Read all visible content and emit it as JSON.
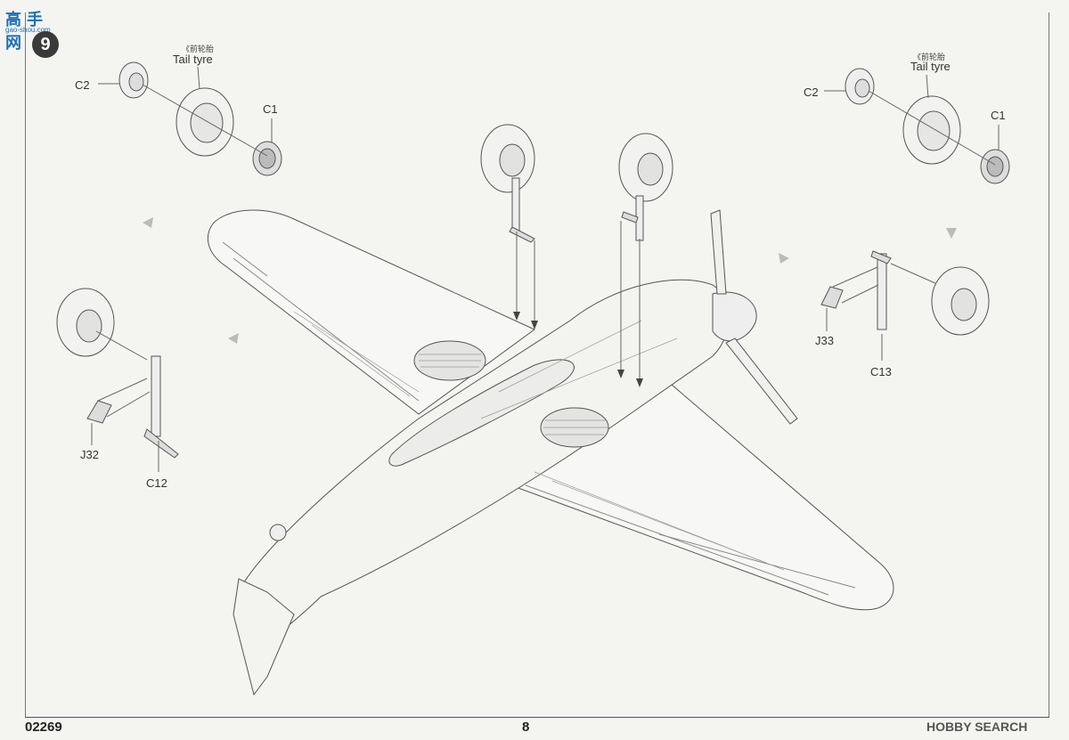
{
  "header": {
    "step_number": "9",
    "site_logo_text": "高手网",
    "site_logo_url_text": "gao-shou.com"
  },
  "callouts": {
    "left_wheel": {
      "tyre_cn": "《前轮胎",
      "tyre_en": "Tail tyre",
      "hub_outer": "C2",
      "hub_inner": "C1"
    },
    "right_wheel": {
      "tyre_cn": "《前轮胎",
      "tyre_en": "Tail tyre",
      "hub_outer": "C2",
      "hub_inner": "C1"
    },
    "left_gear": {
      "door_part": "J32",
      "strut_part": "C12"
    },
    "right_gear": {
      "door_part": "J33",
      "strut_part": "C13"
    }
  },
  "footer": {
    "kit_code": "02269",
    "page_number": "8",
    "watermark": "HOBBY SEARCH"
  }
}
